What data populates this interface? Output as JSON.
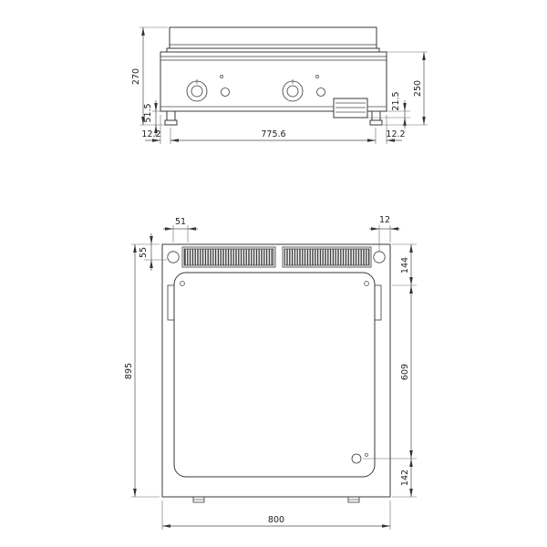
{
  "front_view": {
    "labels": {
      "total_height": "270",
      "base_height": "51.5",
      "body_height": "250",
      "drawer_offset": "21.5",
      "inner_width": "775.6",
      "left_offset": "12.2",
      "right_offset": "12.2"
    }
  },
  "top_view": {
    "labels": {
      "burner_offset": "51",
      "right_offset": "12",
      "front_offset": "55",
      "back_depth": "144",
      "plate_depth": "609",
      "front_depth": "142",
      "total_depth": "895",
      "total_width": "800"
    }
  },
  "colors": {
    "line": "#383838",
    "dimension": "#4c4c4c",
    "background": "#ffffff"
  }
}
